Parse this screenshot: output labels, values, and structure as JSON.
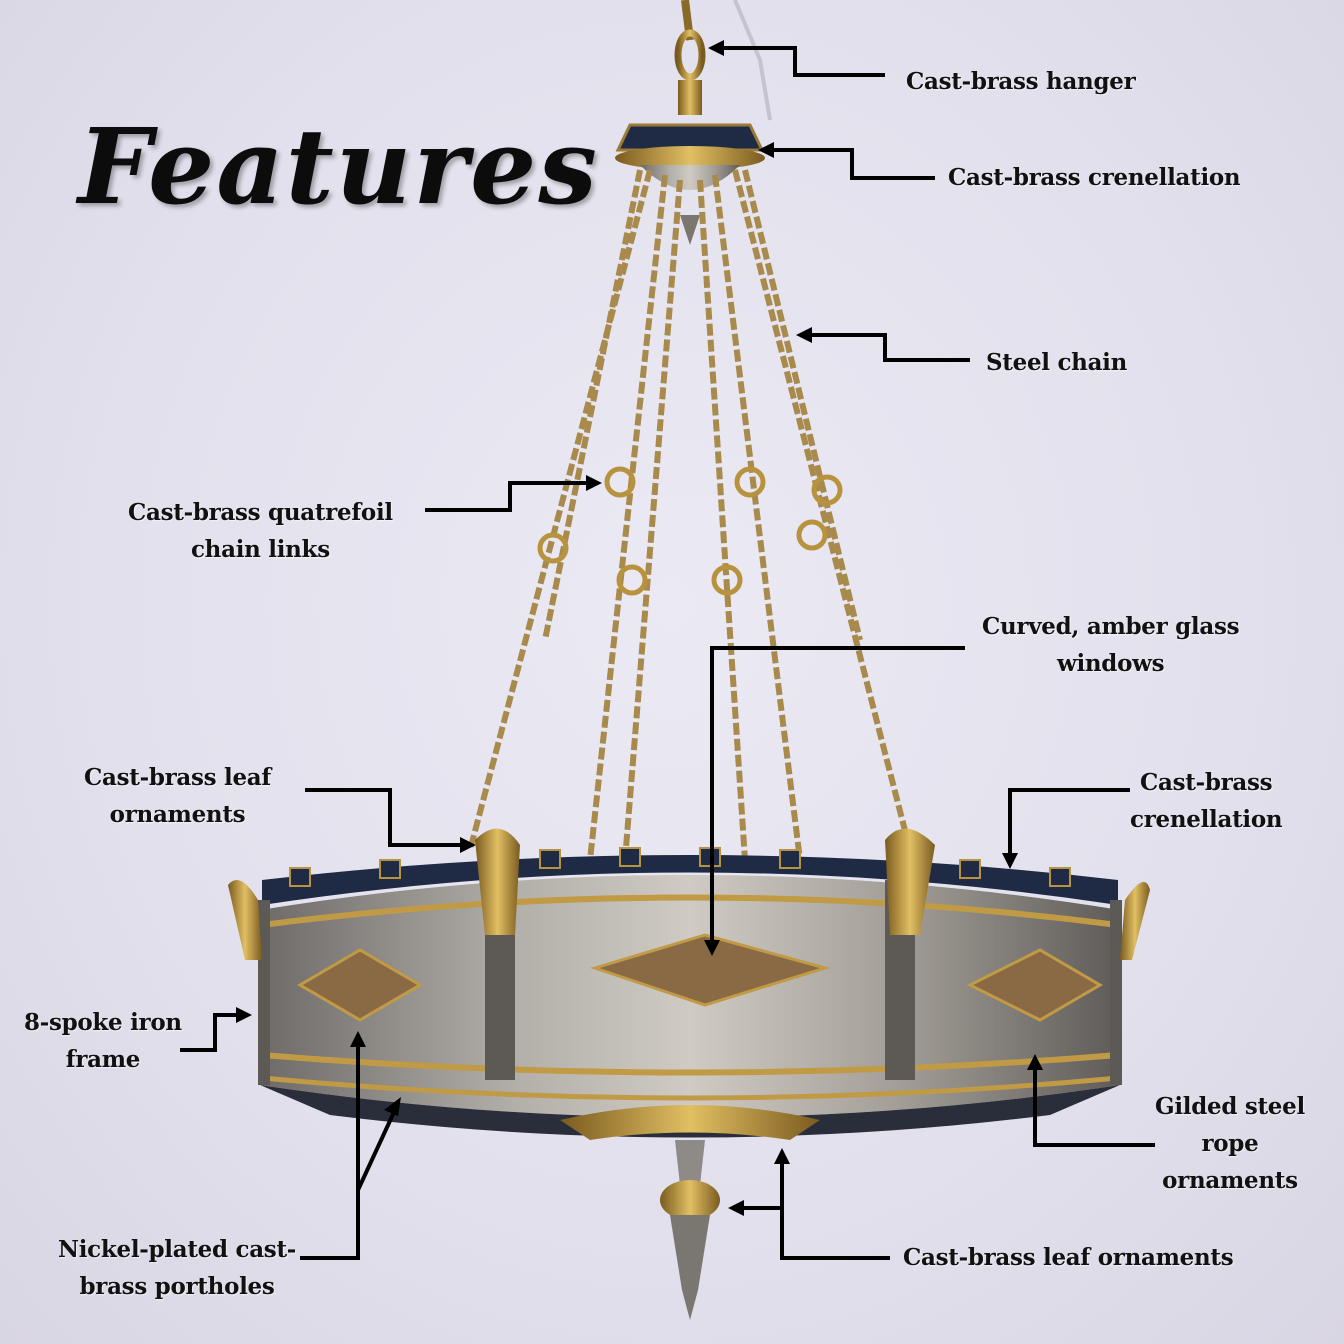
{
  "title": "Features",
  "colors": {
    "background": "#e4e2ee",
    "brass": "#b8933f",
    "nickel": "#8d8a88",
    "crenellation": "#1f2a44",
    "arrow": "#000000"
  },
  "labels": {
    "hanger": [
      "Cast-brass hanger"
    ],
    "crenellation_top": [
      "Cast-brass crenellation"
    ],
    "steel_chain": [
      "Steel chain"
    ],
    "quatrefoil": [
      "Cast-brass quatrefoil",
      "chain links"
    ],
    "amber_glass": [
      "Curved, amber glass",
      "windows"
    ],
    "leaf_upper": [
      "Cast-brass leaf",
      "ornaments"
    ],
    "crenellation_ring": [
      "Cast-brass",
      "crenellation"
    ],
    "iron_frame": [
      "8-spoke iron",
      "frame"
    ],
    "rope": [
      "Gilded steel",
      "rope",
      "ornaments"
    ],
    "portholes": [
      "Nickel-plated cast-",
      "brass portholes"
    ],
    "leaf_lower": [
      "Cast-brass leaf ornaments"
    ]
  }
}
